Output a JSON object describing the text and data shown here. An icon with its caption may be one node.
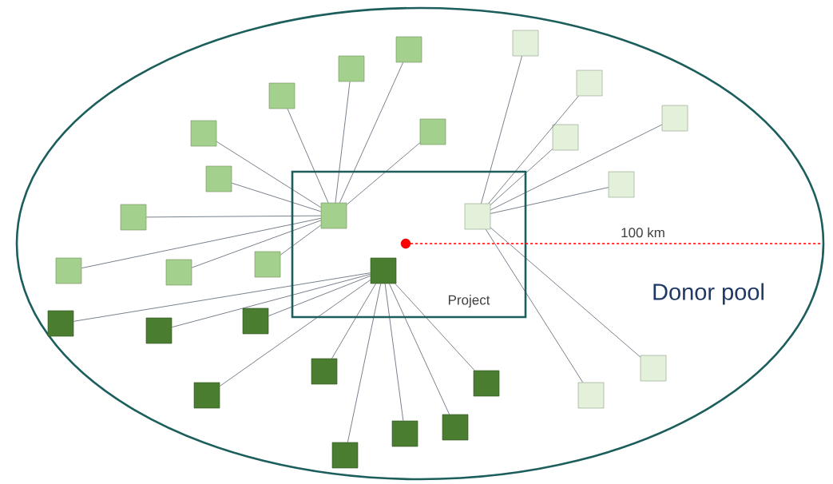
{
  "diagram": {
    "nodes": [
      {
        "text": [
          "Donor pool"
        ]
      },
      {
        "text": [
          "Project"
        ],
        "in": 0
      },
      {
        "text": [],
        "shape": "box",
        "in": 0
      },
      {
        "text": [],
        "shape": "box",
        "in": 0
      },
      {
        "text": [],
        "shape": "box",
        "in": 0
      },
      {
        "text": [],
        "shape": "box",
        "in": 0
      },
      {
        "text": [],
        "shape": "box",
        "in": 0
      },
      {
        "text": [],
        "shape": "box",
        "in": 0
      },
      {
        "text": [],
        "shape": "box",
        "in": 0
      },
      {
        "text": [],
        "shape": "box",
        "in": 0
      },
      {
        "text": [],
        "shape": "box",
        "in": 0
      },
      {
        "text": [],
        "shape": "box",
        "in": 0
      },
      {
        "text": [],
        "shape": "box",
        "in": 0
      },
      {
        "text": [],
        "shape": "box",
        "in": 1
      },
      {
        "text": [],
        "shape": "box",
        "in": 1
      },
      {
        "text": [],
        "shape": "box",
        "in": 0
      },
      {
        "text": [],
        "shape": "box",
        "in": 0
      },
      {
        "text": [],
        "shape": "box",
        "in": 0
      },
      {
        "text": [],
        "shape": "box",
        "in": 1
      },
      {
        "text": [],
        "shape": "box",
        "in": 0
      },
      {
        "text": [],
        "shape": "box",
        "in": 0
      },
      {
        "text": [],
        "shape": "box",
        "in": 0
      },
      {
        "text": [],
        "shape": "box",
        "in": 0
      },
      {
        "text": [],
        "shape": "box",
        "in": 0
      },
      {
        "text": [],
        "shape": "box",
        "in": 0
      },
      {
        "text": [],
        "shape": "box",
        "in": 0
      },
      {
        "text": [],
        "shape": "box",
        "in": 0
      },
      {
        "text": [],
        "shape": "box",
        "in": 0
      },
      {
        "text": [],
        "shape": "box",
        "in": 0
      },
      {
        "text": [],
        "shape": "box",
        "in": 0
      },
      {
        "text": [],
        "shape": "box",
        "in": 0
      }
    ],
    "edges": [
      {
        "from": 13,
        "to": 3,
        "arrow": "none"
      },
      {
        "from": 13,
        "to": 4,
        "arrow": "none"
      },
      {
        "from": 13,
        "to": 6,
        "arrow": "none"
      },
      {
        "from": 13,
        "to": 8,
        "arrow": "none"
      },
      {
        "from": 13,
        "to": 9,
        "arrow": "none"
      },
      {
        "from": 13,
        "to": 11,
        "arrow": "none"
      },
      {
        "from": 13,
        "to": 15,
        "arrow": "none"
      },
      {
        "from": 13,
        "to": 16,
        "arrow": "none"
      },
      {
        "from": 13,
        "to": 17,
        "arrow": "none"
      },
      {
        "from": 13,
        "to": 19,
        "arrow": "none"
      },
      {
        "from": 14,
        "to": 2,
        "arrow": "none"
      },
      {
        "from": 14,
        "to": 5,
        "arrow": "none"
      },
      {
        "from": 14,
        "to": 7,
        "arrow": "none"
      },
      {
        "from": 14,
        "to": 10,
        "arrow": "none"
      },
      {
        "from": 14,
        "to": 12,
        "arrow": "none"
      },
      {
        "from": 14,
        "to": 23,
        "arrow": "none"
      },
      {
        "from": 14,
        "to": 27,
        "arrow": "none"
      },
      {
        "from": 18,
        "to": 20,
        "arrow": "none"
      },
      {
        "from": 18,
        "to": 21,
        "arrow": "none"
      },
      {
        "from": 18,
        "to": 22,
        "arrow": "none"
      },
      {
        "from": 18,
        "to": 24,
        "arrow": "none"
      },
      {
        "from": 18,
        "to": 25,
        "arrow": "none"
      },
      {
        "from": 18,
        "to": 26,
        "arrow": "none"
      },
      {
        "from": 18,
        "to": 28,
        "arrow": "none"
      },
      {
        "from": 18,
        "to": 29,
        "arrow": "none"
      },
      {
        "from": 18,
        "to": 30,
        "arrow": "none"
      }
    ],
    "labels": [
      "100 km"
    ]
  }
}
